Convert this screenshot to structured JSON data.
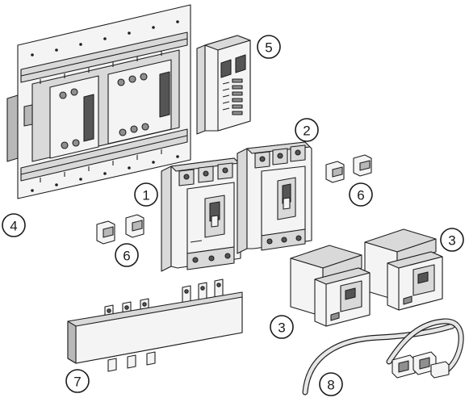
{
  "diagram": {
    "components": [
      {
        "id": "mounting-plate",
        "number": "4"
      },
      {
        "id": "terminal-module",
        "number": "5"
      },
      {
        "id": "breaker-left",
        "number": "1"
      },
      {
        "id": "breaker-right",
        "number": "2"
      },
      {
        "id": "auxiliary-contacts-right",
        "number": "6"
      },
      {
        "id": "auxiliary-contacts-left",
        "number": "6"
      },
      {
        "id": "motor-operator-right",
        "number": "3"
      },
      {
        "id": "motor-operator-left",
        "number": "3"
      },
      {
        "id": "busbar-link",
        "number": "7"
      },
      {
        "id": "interlock-cables",
        "number": "8"
      }
    ],
    "colors": {
      "line": "#1f1f1f",
      "fill_light": "#f4f4f4",
      "fill_mid": "#d9d9d9",
      "fill_dark": "#8f8f8f"
    }
  }
}
